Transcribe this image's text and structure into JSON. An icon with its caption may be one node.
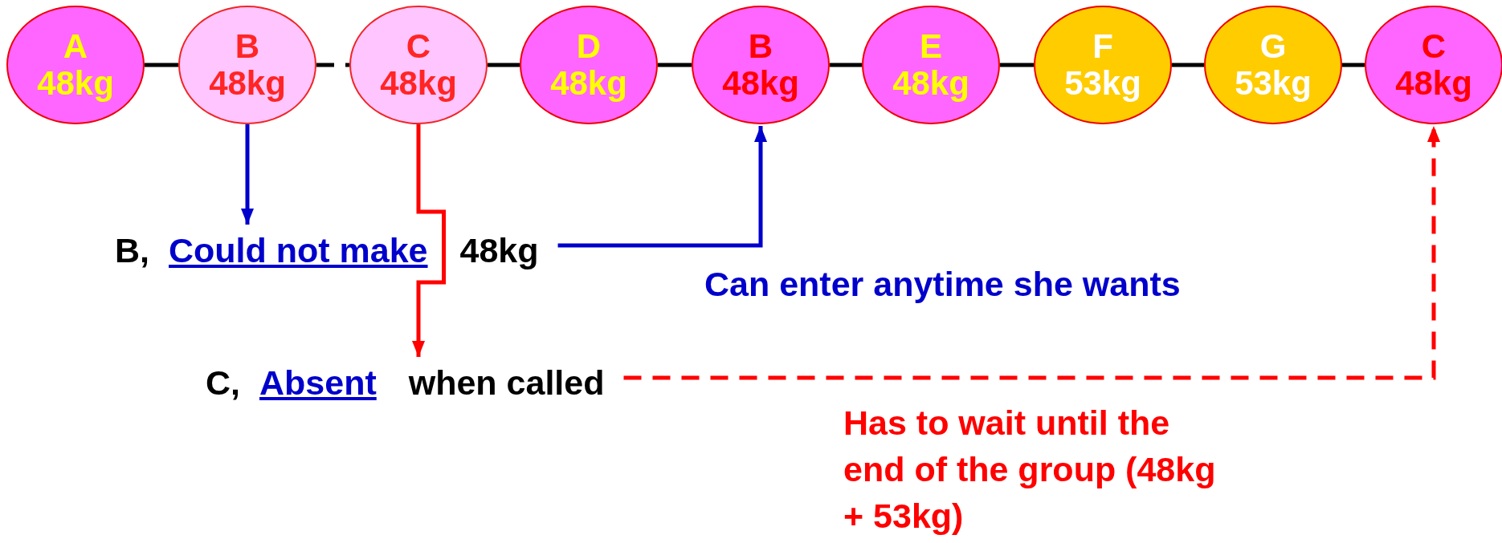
{
  "diagram": {
    "nodes": [
      {
        "text": [
          "A",
          "48kg"
        ]
      },
      {
        "text": [
          "B",
          "48kg"
        ]
      },
      {
        "text": [
          "C",
          "48kg"
        ]
      },
      {
        "text": [
          "D",
          "48kg"
        ]
      },
      {
        "text": [
          "B",
          "48kg"
        ]
      },
      {
        "text": [
          "E",
          "48kg"
        ]
      },
      {
        "text": [
          "F",
          "53kg"
        ]
      },
      {
        "text": [
          "G",
          "53kg"
        ]
      },
      {
        "text": [
          "C",
          "48kg"
        ]
      },
      {
        "text": [
          "B,",
          "Could not make",
          "48kg"
        ]
      },
      {
        "text": [
          "C,",
          "Absent",
          "when called"
        ]
      }
    ],
    "edges": [
      {
        "from": 0,
        "to": 1,
        "arrow": "none"
      },
      {
        "from": 1,
        "to": 2,
        "arrow": "none",
        "style": "dashed"
      },
      {
        "from": 2,
        "to": 3,
        "arrow": "none"
      },
      {
        "from": 3,
        "to": 4,
        "arrow": "none"
      },
      {
        "from": 4,
        "to": 5,
        "arrow": "none"
      },
      {
        "from": 5,
        "to": 6,
        "arrow": "none"
      },
      {
        "from": 6,
        "to": 7,
        "arrow": "none"
      },
      {
        "from": 7,
        "to": 8,
        "arrow": "none"
      },
      {
        "from": 1,
        "to": 9,
        "arrow": "to",
        "color": "#0000cc"
      },
      {
        "from": 2,
        "to": 10,
        "arrow": "to",
        "color": "#ff0000"
      },
      {
        "from": 9,
        "to": 4,
        "arrow": "to",
        "color": "#0000cc",
        "label": "Can enter anytime she wants"
      },
      {
        "from": 10,
        "to": 8,
        "arrow": "to",
        "color": "#ff0000",
        "style": "dashed",
        "label": "Has to wait until the end of the group (48kg + 53kg)"
      }
    ]
  }
}
